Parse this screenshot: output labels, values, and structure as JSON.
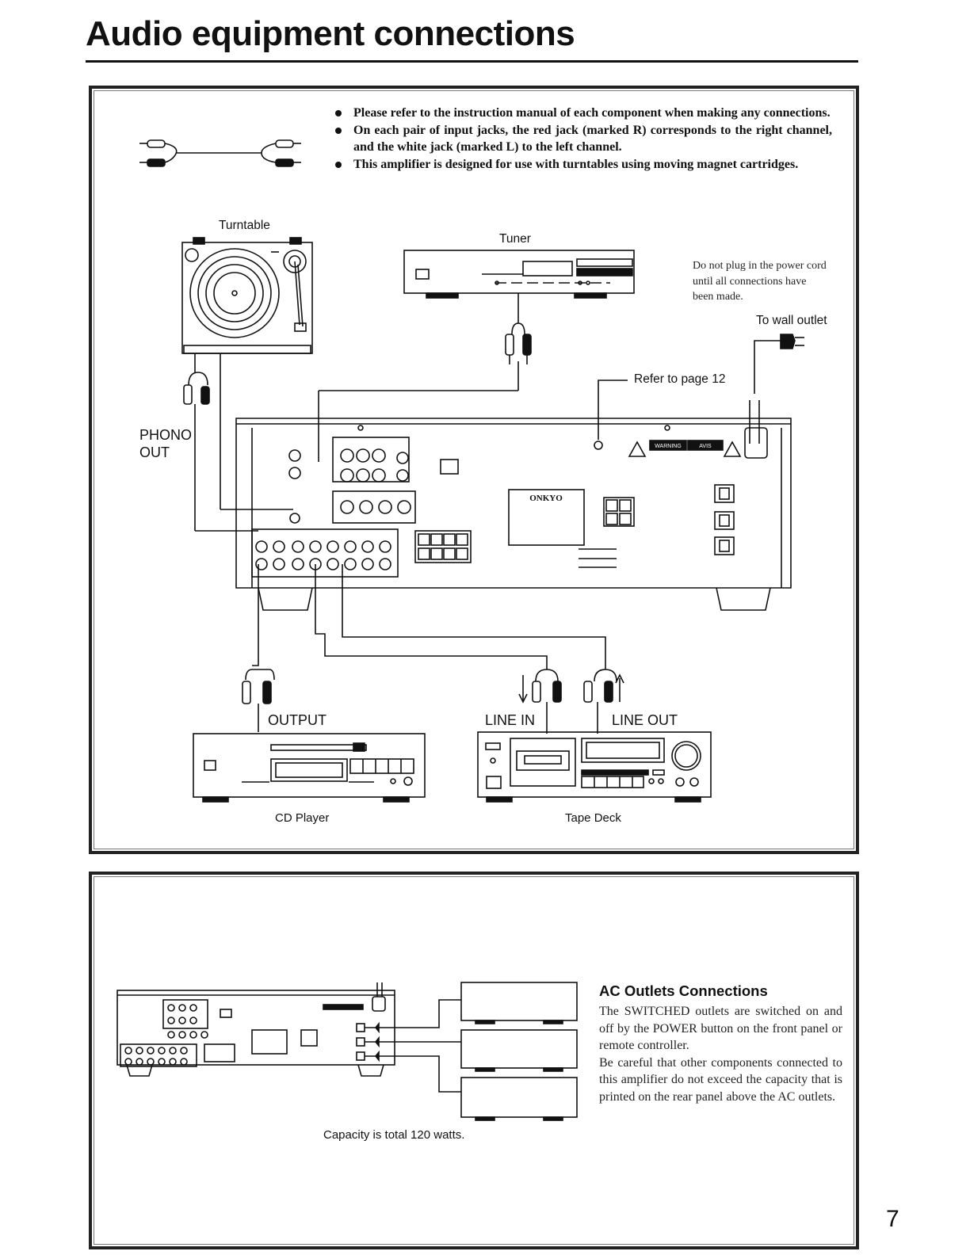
{
  "page": {
    "title": "Audio equipment connections",
    "page_number": "7"
  },
  "notes": [
    "Please refer to the instruction manual of each component when making any connections.",
    "On each pair of input jacks, the red jack (marked R) corresponds to the right channel, and the white jack (marked L) to the left channel.",
    "This amplifier is designed for use with turntables using moving magnet cartridges."
  ],
  "diagram": {
    "turntable": "Turntable",
    "tuner": "Tuner",
    "phono_out_line1": "PHONO",
    "phono_out_line2": "OUT",
    "power_note": "Do not plug in the power cord until all connections have been made.",
    "wall_outlet": "To wall outlet",
    "refer_page": "Refer to page 12",
    "output": "OUTPUT",
    "line_in": "LINE IN",
    "line_out": "LINE OUT",
    "cd_player": "CD Player",
    "tape_deck": "Tape Deck",
    "brand": "ONKYO",
    "warning": "WARNING",
    "avis": "AVIS"
  },
  "ac_section": {
    "title": "AC Outlets Connections",
    "para1": "The SWITCHED outlets are switched on and off by the POWER button on the front panel or remote controller.",
    "para2": "Be careful that other components connected to this amplifier do not exceed the capacity that is printed on the rear panel above the AC outlets.",
    "capacity": "Capacity is total 120 watts."
  }
}
